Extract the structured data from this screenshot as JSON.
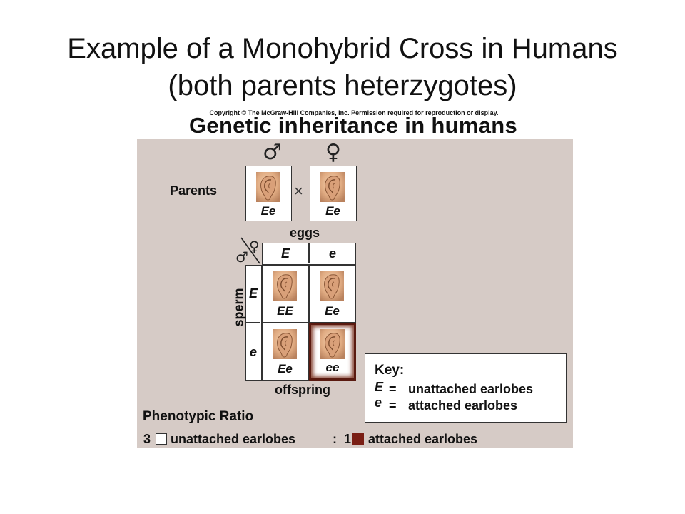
{
  "slide": {
    "title_line1": "Example of a Monohybrid Cross in Humans",
    "title_line2": "(both parents heterzygotes)"
  },
  "figure": {
    "copyright": "Copyright © The McGraw-Hill Companies, Inc. Permission required for reproduction or display.",
    "title": "Genetic inheritance in humans",
    "parents": {
      "label": "Parents",
      "male_symbol": "♂",
      "female_symbol": "♀",
      "cross_symbol": "×",
      "male_genotype": "Ee",
      "female_genotype": "Ee"
    },
    "punnett": {
      "eggs_label": "eggs",
      "sperm_label": "sperm",
      "offspring_label": "offspring",
      "female_symbol": "♀",
      "male_symbol": "♂",
      "egg_alleles": [
        "E",
        "e"
      ],
      "sperm_alleles": [
        "E",
        "e"
      ],
      "cells": [
        "EE",
        "Ee",
        "Ee",
        "ee"
      ]
    },
    "key": {
      "title": "Key:",
      "rows": [
        {
          "allele": "E",
          "equals": "=",
          "meaning": "unattached earlobes"
        },
        {
          "allele": "e",
          "equals": "=",
          "meaning": "attached earlobes"
        }
      ]
    },
    "ratio": {
      "title": "Phenotypic Ratio",
      "left_count": "3",
      "left_text": "unattached earlobes",
      "separator": ":",
      "right_count": "1",
      "right_text": "attached earlobes"
    },
    "colors": {
      "panel_bg": "#d6cbc6",
      "attached_square": "#7a1e14",
      "highlight_border": "#5a1a10",
      "skin": "#e3b48c"
    }
  }
}
